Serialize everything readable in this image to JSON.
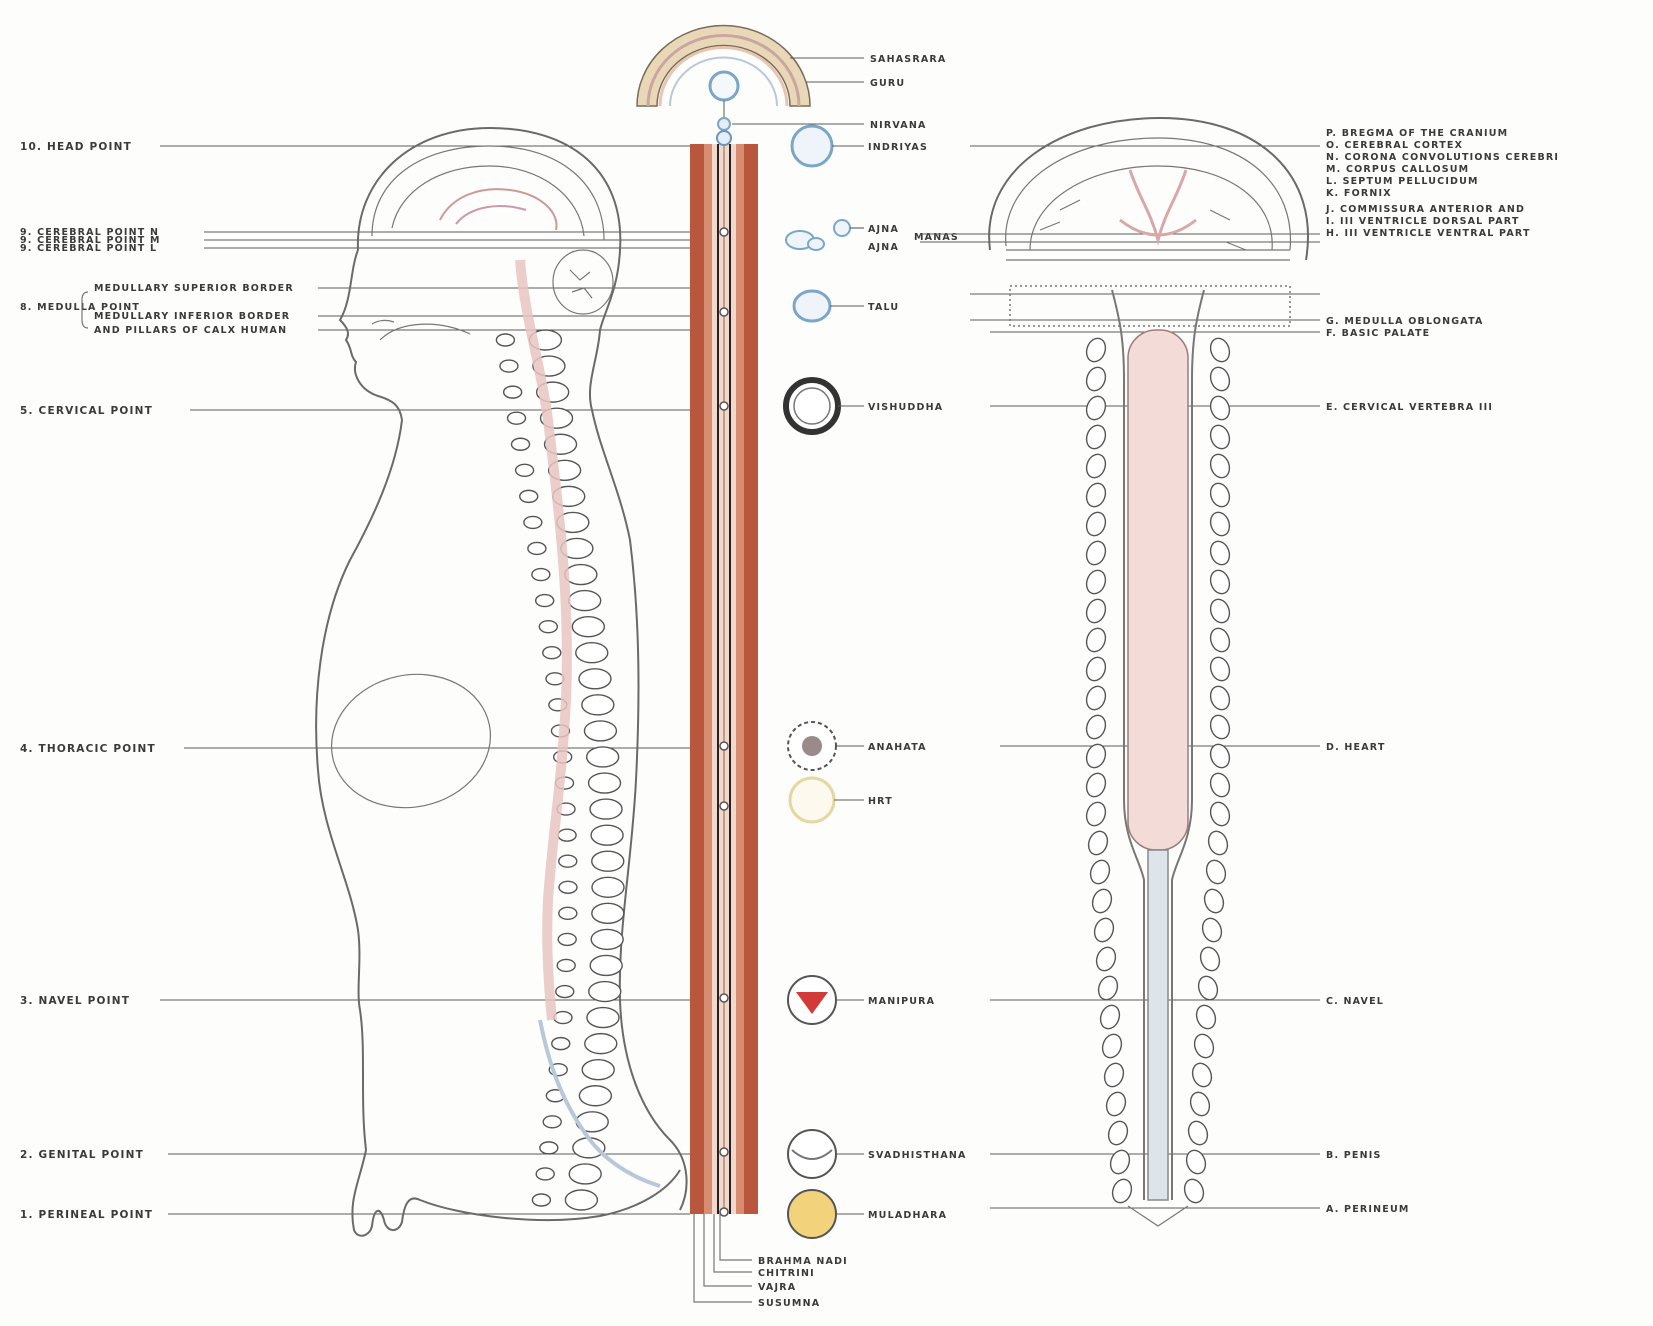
{
  "left_labels": {
    "head_point": "10. HEAD POINT",
    "cerebral_points": [
      "9. CEREBRAL POINT N",
      "9. CEREBRAL POINT M",
      "9. CEREBRAL POINT L"
    ],
    "medulla_point": "8. MEDULLA POINT",
    "medulla_notes": [
      "MEDULLARY SUPERIOR BORDER",
      "MEDULLARY INFERIOR BORDER",
      "AND PILLARS OF CALX HUMAN"
    ],
    "cervical_point": "5. CERVICAL POINT",
    "thoracic_point": "4. THORACIC POINT",
    "navel_point": "3. NAVEL POINT",
    "genital_point": "2. GENITAL POINT",
    "perineal_point": "1. PERINEAL POINT"
  },
  "center_labels": {
    "top1": "SAHASRARA",
    "top2": "GURU",
    "top3": "NIRVANA",
    "indriya": "INDRIYAS",
    "ajna_upper": "AJNA",
    "ajna_lower": "AJNA",
    "manas": "MANAS",
    "talu": "TALU",
    "vishuddha": "VISHUDDHA",
    "anahata": "ANAHATA",
    "hrt": "HRT",
    "manipura": "MANIPURA",
    "svadhisthana": "SVADHISTHANA",
    "muladhara": "MULADHARA"
  },
  "bottom_labels": [
    "BRAHMA NADI",
    "CHITRINI",
    "VAJRA",
    "SUSUMNA"
  ],
  "right_labels": {
    "brain_notes": [
      "P. BREGMA OF THE CRANIUM",
      "O. CEREBRAL CORTEX",
      "N. CORONA CONVOLUTIONS CEREBRI",
      "M. CORPUS CALLOSUM",
      "L. SEPTUM PELLUCIDUM",
      "K. FORNIX",
      "J. COMMISSURA ANTERIOR AND",
      "I. III VENTRICLE DORSAL PART",
      "H. III VENTRICLE VENTRAL PART"
    ],
    "medulla_notes": [
      "G. MEDULLA OBLONGATA",
      "F. BASIC PALATE"
    ],
    "cervical": "E. CERVICAL VERTEBRA III",
    "heart": "D. HEART",
    "navel": "C. NAVEL",
    "penis": "B. PENIS",
    "perineum": "A. PERINEUM"
  },
  "colors": {
    "channel_red": "#b9573e",
    "channel_inner": "#d88c70",
    "channel_dark": "#2a2020",
    "cord_pink": "#e8c4c0",
    "mandala_blue": "#8fb8d6",
    "manipura_red": "#d23a3a",
    "muladhara_yellow": "#f2d27a"
  }
}
